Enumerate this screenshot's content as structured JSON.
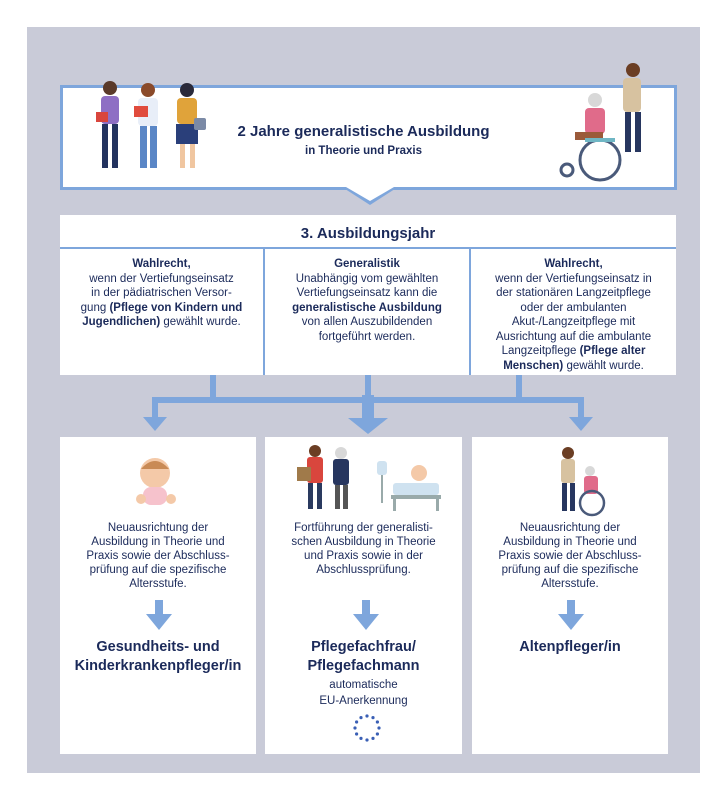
{
  "top": {
    "title": "2 Jahre generalistische Ausbildung",
    "subtitle": "in Theorie und Praxis"
  },
  "year3": {
    "title": "3. Ausbildungsjahr",
    "left": {
      "heading": "Wahlrecht,",
      "line1": "wenn der Vertiefungseinsatz",
      "line2": "in der pädiatrischen Versor-",
      "line3a": "gung ",
      "bold1": "(Pflege von Kindern und",
      "bold2": "Jugendlichen)",
      "tail": " gewählt wurde."
    },
    "middle": {
      "heading": "Generalistik",
      "line1": "Unabhängig vom gewählten",
      "line2": "Vertiefungseinsatz kann die",
      "bold": "generalistische Ausbildung",
      "line3": "von allen Auszubildenden",
      "line4": "fortgeführt werden."
    },
    "right": {
      "heading": "Wahlrecht,",
      "line1": "wenn der Vertiefungseinsatz in",
      "line2": "der stationären Langzeitpflege",
      "line3": "oder der ambulanten",
      "line4": "Akut-/Langzeitpflege mit",
      "line5": "Ausrichtung auf die ambulante",
      "line6a": "Langzeitpflege ",
      "bold1": "(Pflege alter",
      "bold2": "Menschen)",
      "tail": " gewählt wurde."
    }
  },
  "boxes": {
    "left": {
      "desc1": "Neuausrichtung der",
      "desc2": "Ausbildung in Theorie und",
      "desc3": "Praxis sowie der Abschluss-",
      "desc4": "prüfung auf die spezifische",
      "desc5": "Altersstufe.",
      "title1": "Gesundheits- und",
      "title2": "Kinderkrankenpfleger/in"
    },
    "middle": {
      "desc1": "Fortführung der generalisti-",
      "desc2": "schen Ausbildung in Theorie",
      "desc3": "und Praxis sowie in der",
      "desc4": "Abschlussprüfung.",
      "title1": "Pflegefachfrau/",
      "title2": "Pflegefachmann",
      "note1": "automatische",
      "note2": "EU-Anerkennung"
    },
    "right": {
      "desc1": "Neuausrichtung der",
      "desc2": "Ausbildung in Theorie und",
      "desc3": "Praxis sowie der Abschluss-",
      "desc4": "prüfung auf die spezifische",
      "desc5": "Altersstufe.",
      "title1": "Altenpfleger/in"
    }
  },
  "colors": {
    "navy": "#1b2a5a",
    "accent_blue": "#7ea6dc",
    "frame_gray": "#c9cbd8",
    "eu_blue": "#3a5fb5"
  }
}
